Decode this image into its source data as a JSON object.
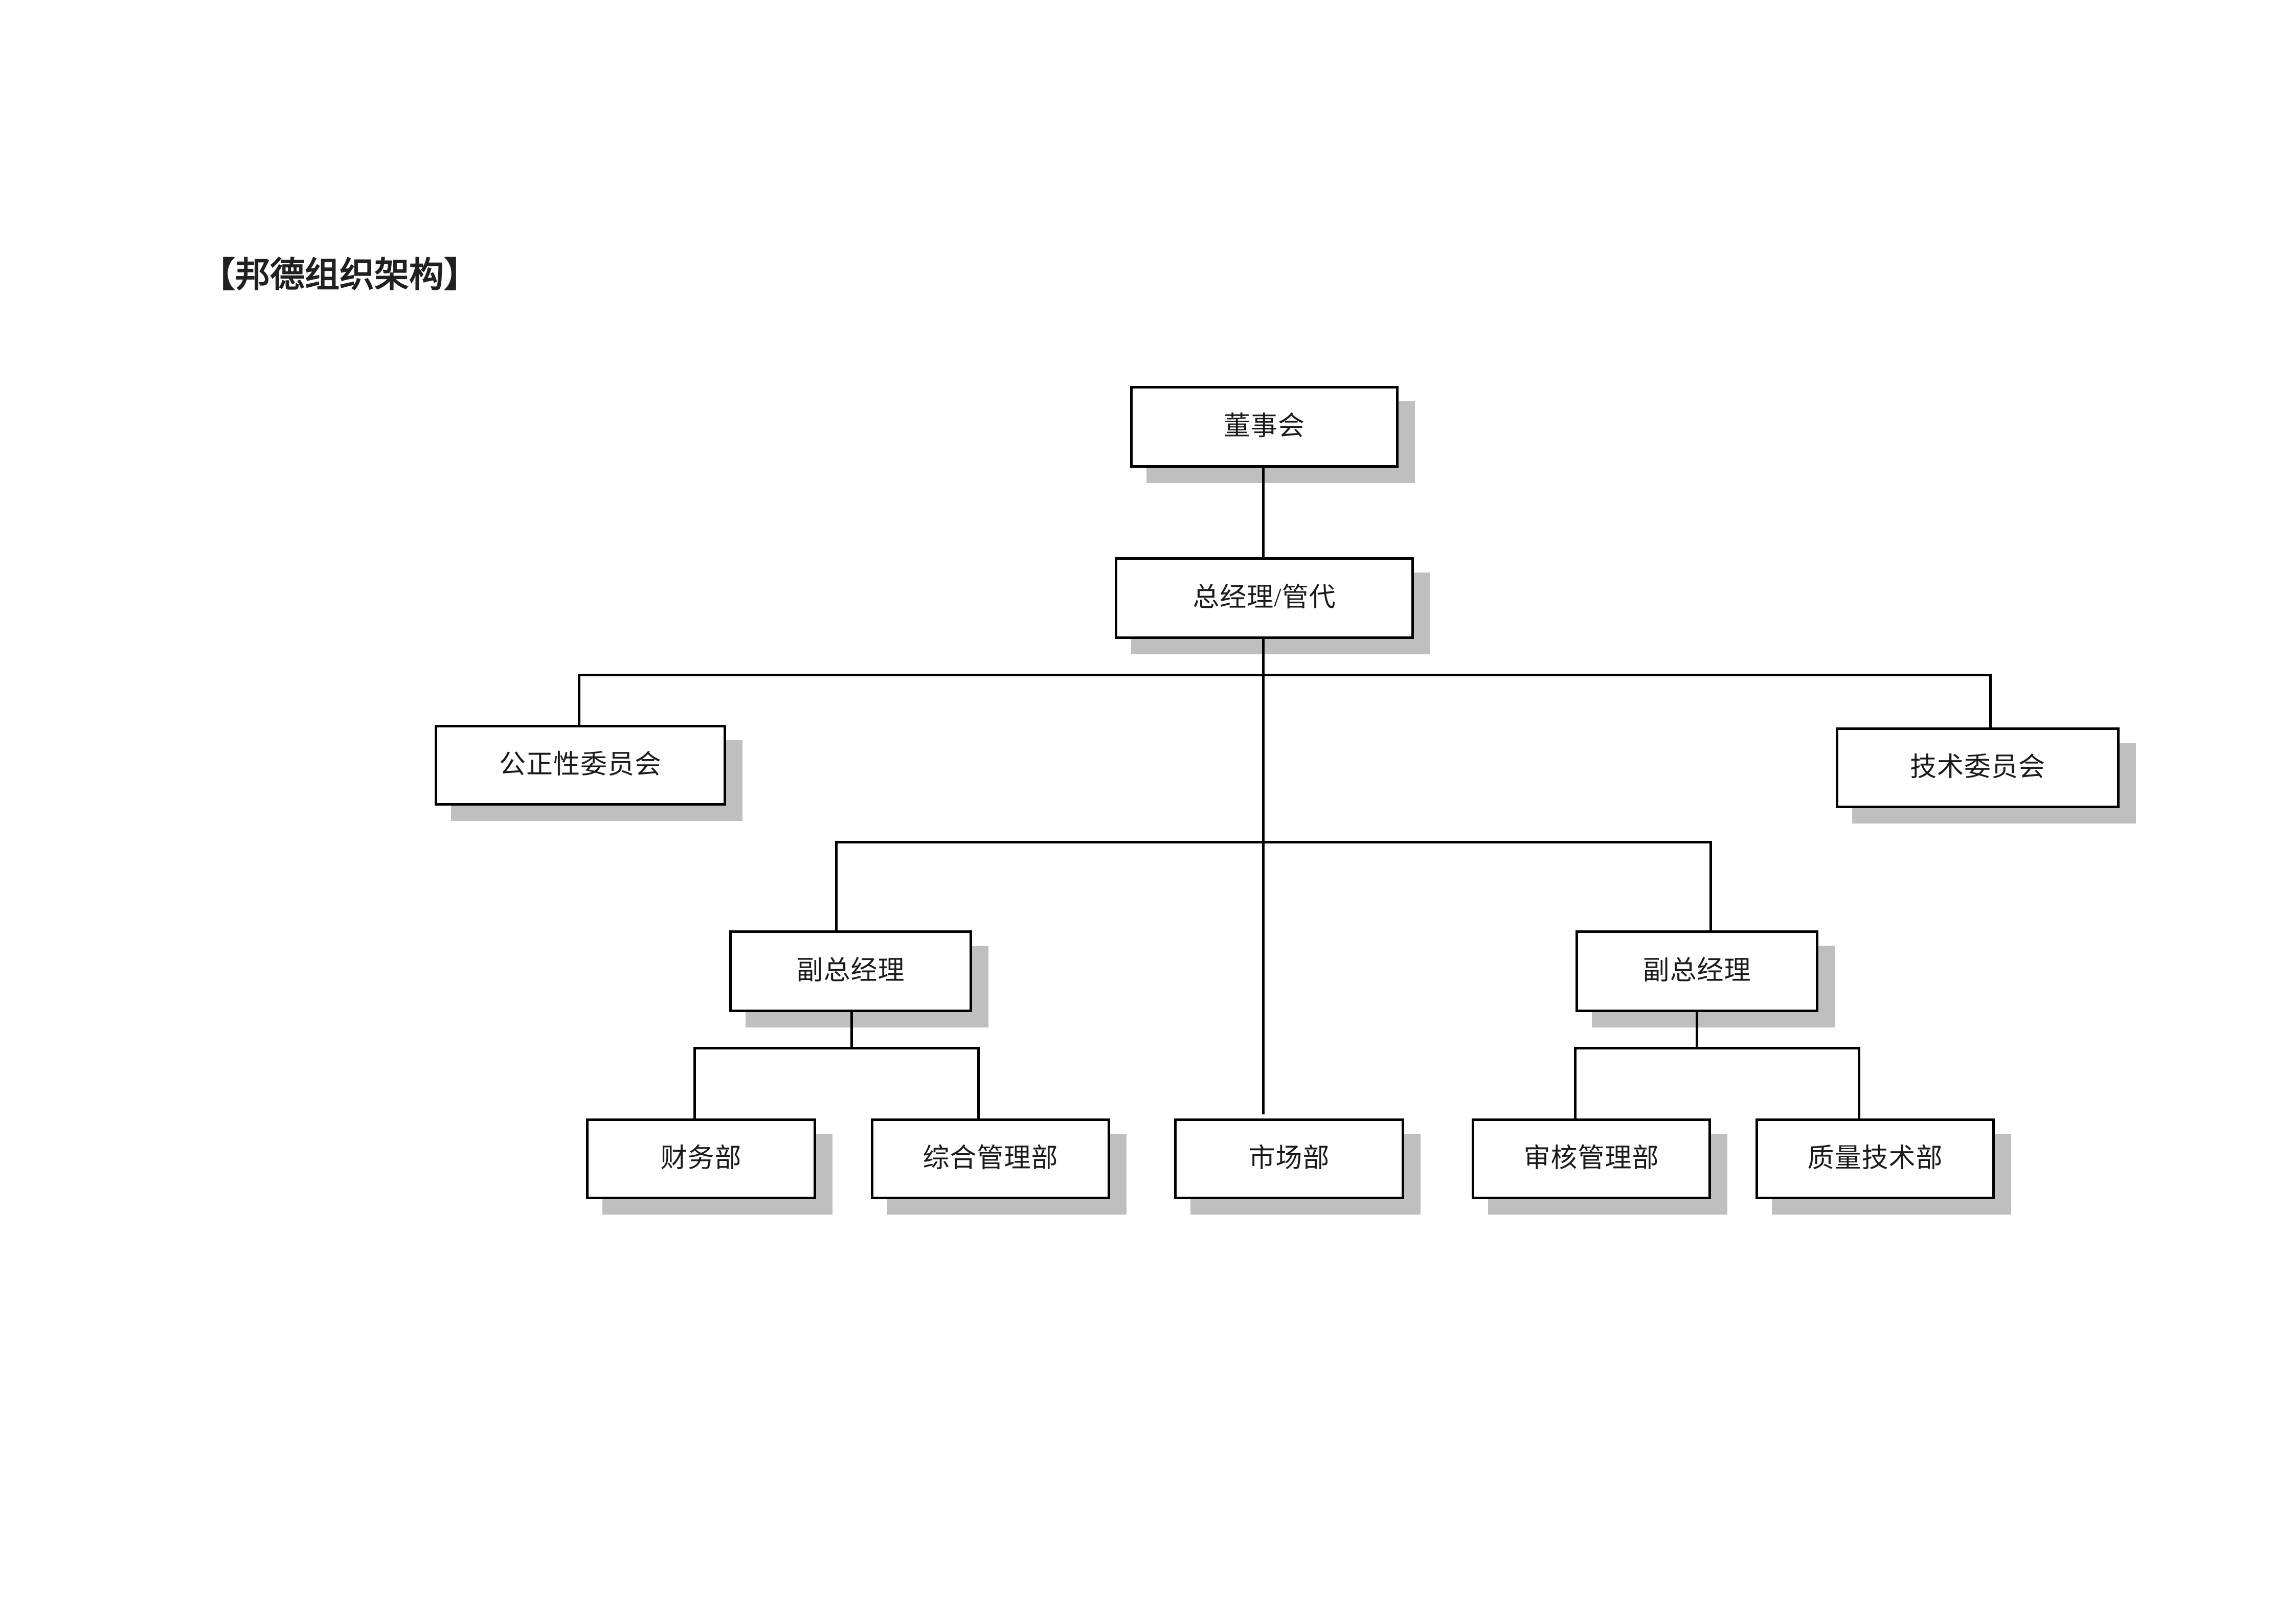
{
  "page": {
    "title": "【邦德组织架构】",
    "background_color": "#ffffff",
    "box_border_color": "#000000",
    "box_fill_color": "#ffffff",
    "shadow_color": "#bfbfbf",
    "line_color": "#000000",
    "text_color": "#1a1a1a"
  },
  "chart_data": {
    "type": "diagram",
    "diagram_type": "organization-chart",
    "title": "【邦德组织架构】",
    "orientation": "top-down",
    "levels": 5,
    "nodes": [
      {
        "id": "board",
        "label": "董事会",
        "level": 0,
        "parent": null
      },
      {
        "id": "gm",
        "label": "总经理/管代",
        "level": 1,
        "parent": "board"
      },
      {
        "id": "impartiality",
        "label": "公正性委员会",
        "level": 2,
        "parent": "gm"
      },
      {
        "id": "technical",
        "label": "技术委员会",
        "level": 2,
        "parent": "gm"
      },
      {
        "id": "dgm_left",
        "label": "副总经理",
        "level": 3,
        "parent": "gm"
      },
      {
        "id": "dgm_right",
        "label": "副总经理",
        "level": 3,
        "parent": "gm"
      },
      {
        "id": "finance",
        "label": "财务部",
        "level": 4,
        "parent": "dgm_left"
      },
      {
        "id": "general_mgmt",
        "label": "综合管理部",
        "level": 4,
        "parent": "dgm_left"
      },
      {
        "id": "marketing",
        "label": "市场部",
        "level": 4,
        "parent": "gm"
      },
      {
        "id": "audit_mgmt",
        "label": "审核管理部",
        "level": 4,
        "parent": "dgm_right"
      },
      {
        "id": "quality_tech",
        "label": "质量技术部",
        "level": 4,
        "parent": "dgm_right"
      }
    ],
    "edges": [
      {
        "from": "board",
        "to": "gm"
      },
      {
        "from": "gm",
        "to": "impartiality"
      },
      {
        "from": "gm",
        "to": "technical"
      },
      {
        "from": "gm",
        "to": "dgm_left"
      },
      {
        "from": "gm",
        "to": "dgm_right"
      },
      {
        "from": "gm",
        "to": "marketing"
      },
      {
        "from": "dgm_left",
        "to": "finance"
      },
      {
        "from": "dgm_left",
        "to": "general_mgmt"
      },
      {
        "from": "dgm_right",
        "to": "audit_mgmt"
      },
      {
        "from": "dgm_right",
        "to": "quality_tech"
      }
    ]
  },
  "nodes": {
    "board": {
      "label": "董事会"
    },
    "gm": {
      "label": "总经理/管代"
    },
    "impartiality": {
      "label": "公正性委员会"
    },
    "technical": {
      "label": "技术委员会"
    },
    "dgm_left": {
      "label": "副总经理"
    },
    "dgm_right": {
      "label": "副总经理"
    },
    "finance": {
      "label": "财务部"
    },
    "general_mgmt": {
      "label": "综合管理部"
    },
    "marketing": {
      "label": "市场部"
    },
    "audit_mgmt": {
      "label": "审核管理部"
    },
    "quality_tech": {
      "label": "质量技术部"
    }
  }
}
